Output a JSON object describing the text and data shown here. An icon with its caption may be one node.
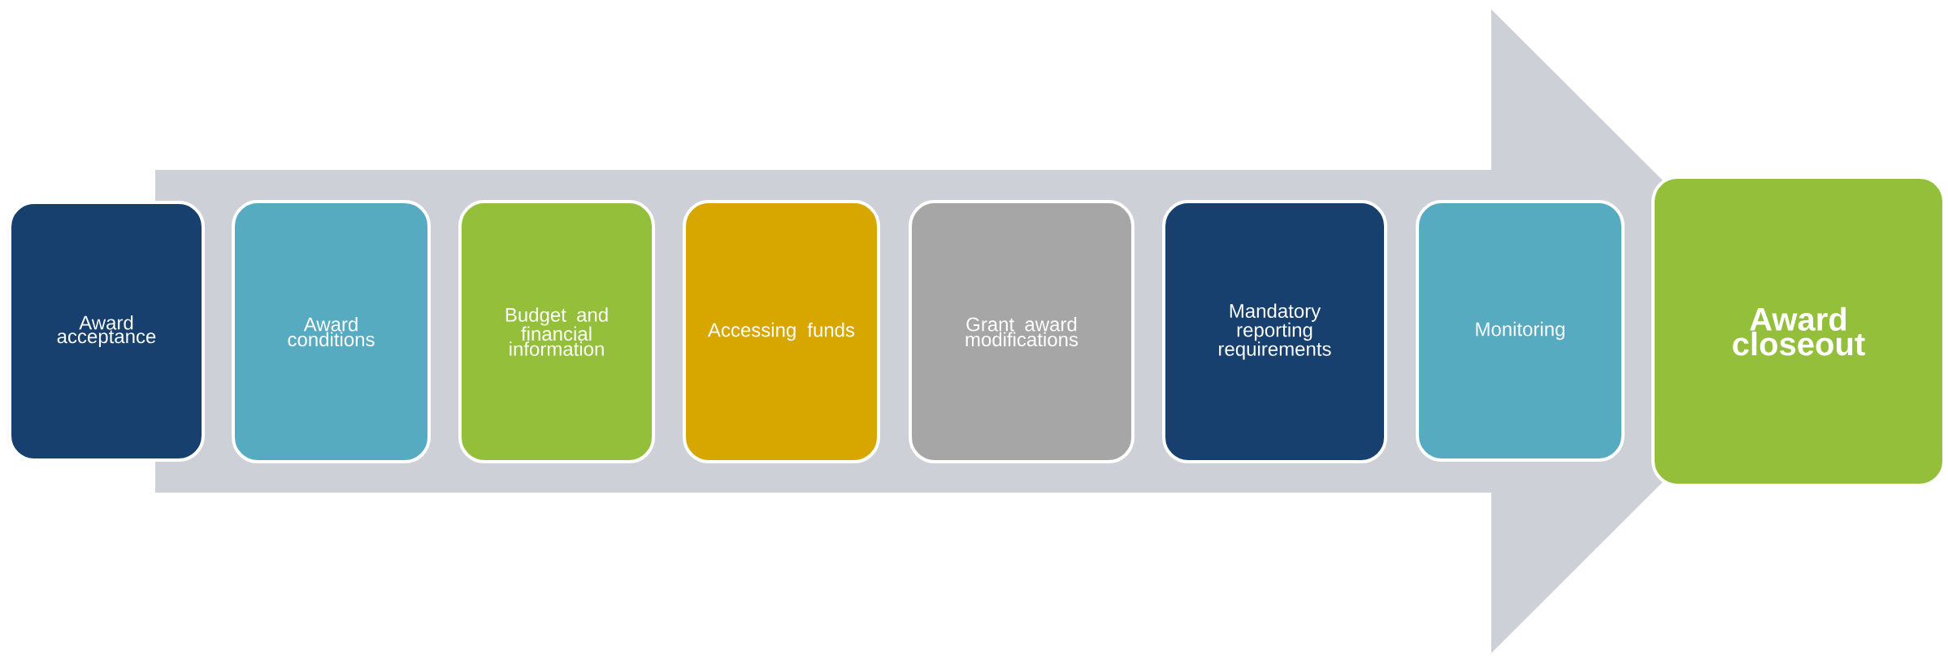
{
  "diagram": {
    "nodes": [
      {
        "text": [
          "Award acceptance"
        ]
      },
      {
        "text": [
          "Award conditions"
        ]
      },
      {
        "text": [
          "Budget and financial information"
        ]
      },
      {
        "text": [
          "Accessing funds"
        ]
      },
      {
        "text": [
          "Grant award modifications"
        ]
      },
      {
        "text": [
          "Mandatory reporting requirements"
        ]
      },
      {
        "text": [
          "Monitoring"
        ]
      },
      {
        "text": [
          "Award closeout"
        ]
      }
    ],
    "edges": [
      {
        "from": 0,
        "to": 7,
        "arrow": "to"
      }
    ]
  }
}
